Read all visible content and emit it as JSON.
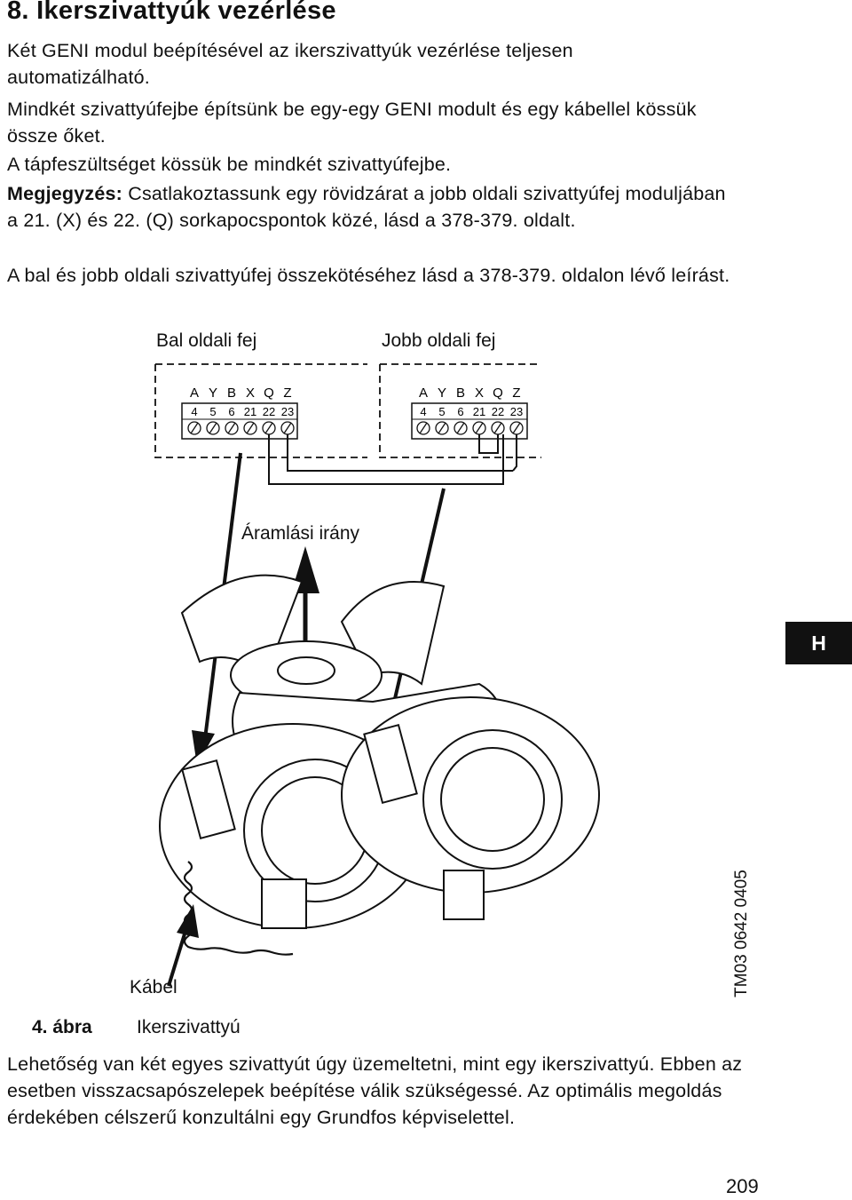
{
  "heading": "8. Ikerszivattyúk vezérlése",
  "paragraphs": {
    "p1": "Két GENI modul beépítésével az ikerszivattyúk vezérlése teljesen automatizálható.",
    "p2": "Mindkét szivattyúfejbe építsünk be egy-egy GENI modult és egy kábellel kössük össze őket.",
    "p3": "A tápfeszültséget kössük be mindkét szivattyúfejbe.",
    "note_label": "Megjegyzés:",
    "note_text": " Csatlakoztassunk egy rövidzárat a jobb oldali szivattyúfej moduljában a 21. (X) és 22. (Q) sorkapocspontok közé, lásd a 378-379. oldalt.",
    "p5": "A bal és jobb oldali szivattyúfej összekötéséhez lásd a 378-379. oldalon lévő leírást."
  },
  "figure": {
    "left_head_label": "Bal oldali fej",
    "right_head_label": "Jobb oldali fej",
    "terminal_letters": [
      "A",
      "Y",
      "B",
      "X",
      "Q",
      "Z"
    ],
    "terminal_numbers": [
      "4",
      "5",
      "6",
      "21",
      "22",
      "23"
    ],
    "flow_label": "Áramlási irány",
    "cable_label": "Kábel",
    "reference_code": "TM03 0642 0405",
    "caption_number": "4. ábra",
    "caption_text": "Ikerszivattyú"
  },
  "closing_paragraph": "Lehetőség van két egyes szivattyút úgy üzemeltetni, mint egy ikerszivattyú. Ebben az esetben visszacsapószelepek beépítése válik szükségessé. Az optimális megoldás érdekében célszerű konzultálni egy Grundfos képviselettel.",
  "section_tab": "H",
  "page_number": "209"
}
